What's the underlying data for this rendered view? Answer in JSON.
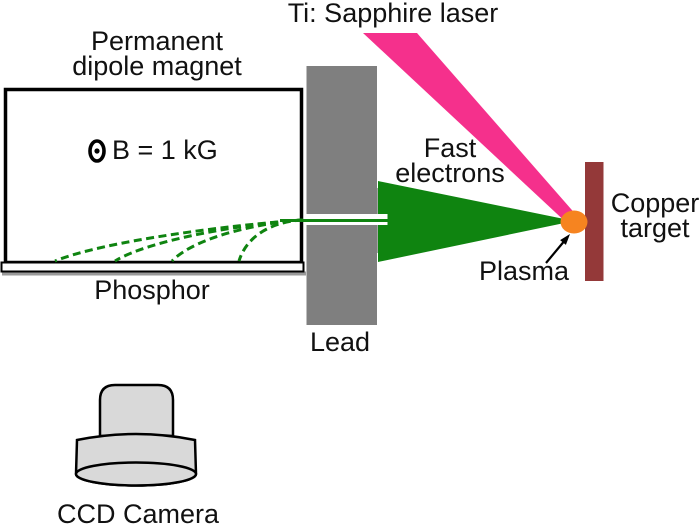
{
  "labels": {
    "magnet": [
      "Permanent",
      "dipole magnet"
    ],
    "laser": "Ti: Sapphire laser",
    "b_field": "B = 1 kG",
    "fast_electrons": [
      "Fast",
      "electrons"
    ],
    "copper_target": [
      "Copper",
      "target"
    ],
    "plasma": "Plasma",
    "lead": "Lead",
    "phosphor": "Phosphor",
    "ccd_camera": "CCD Camera"
  },
  "colors": {
    "laser_pink": "#f5308c",
    "electron_green": "#0f8410",
    "lead_gray": "#7f7f7f",
    "collimator_gray": "#a6a6a6",
    "copper_red": "#943939",
    "plasma_orange": "#f68420",
    "camera_gray": "#d9d9d9",
    "outline_black": "#000000"
  }
}
